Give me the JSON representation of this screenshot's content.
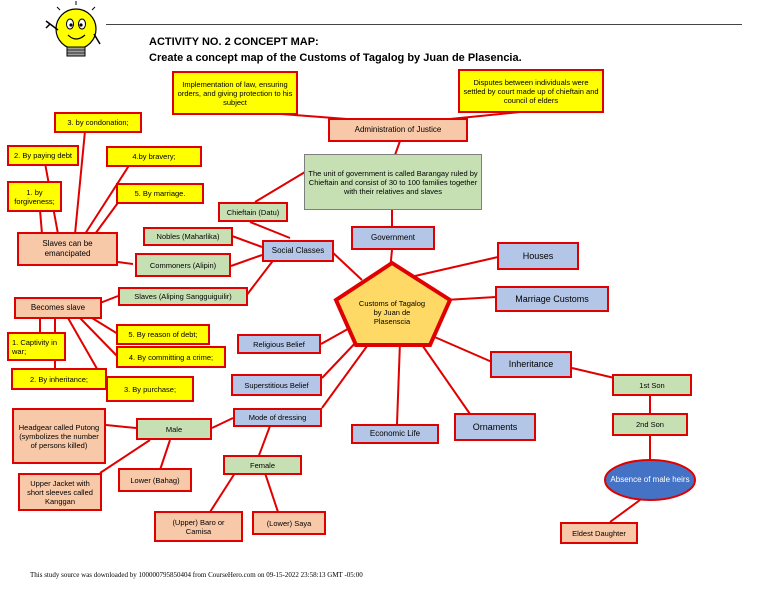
{
  "header": {
    "title": "ACTIVITY NO. 2 CONCEPT MAP:",
    "instruction": "Create a concept map of the Customs of Tagalog by Juan de Plasencia."
  },
  "center": {
    "label": "Customs of Tagalog by Juan de Plasenscia",
    "color": "#ffd966"
  },
  "nodes": {
    "implementation": "Implementation of law, ensuring orders, and giving protection to his subject",
    "disputes": "Disputes between individuals were settled by court made up of chieftain and council of elders",
    "administration": "Administration of Justice",
    "barangay": "The unit of government is called Barangay ruled by Chieftain and consist of 30 to 100 families together with their relatives and slaves",
    "chieftain": "Chieftain (Datu)",
    "nobles": "Nobles (Maharlika)",
    "commoners": "Commoners (Alipin)",
    "slaves": "Slaves (Aliping Sangguiguilir)",
    "social_classes": "Social Classes",
    "government": "Government",
    "houses": "Houses",
    "marriage": "Marriage Customs",
    "inheritance": "Inheritance",
    "first_son": "1st Son",
    "second_son": "2nd Son",
    "absence": "Absence of male heirs",
    "eldest_daughter": "Eldest Daughter",
    "ornaments": "Ornaments",
    "economic": "Economic Life",
    "religious": "Religious Belief",
    "superstitious": "Superstitious Belief",
    "mode_dressing": "Mode of dressing",
    "male": "Male",
    "female": "Female",
    "headgear": "Headgear called Putong (symbolizes the number of persons killed)",
    "upper_jacket": "Upper Jacket with short sleeves called Kanggan",
    "lower_bahag": "Lower (Bahag)",
    "upper_baro": "(Upper) Baro or Camisa",
    "lower_saya": "(Lower) Saya",
    "slaves_emancipated": "Slaves can be emancipated",
    "condonation": "3. by condonation;",
    "paying_debt": "2. By paying debt",
    "forgiveness": "1. by forgiveness;",
    "bravery": "4.by bravery;",
    "by_marriage": "5. By marriage.",
    "becomes_slave": "Becomes slave",
    "captivity": "1. Captivity in war;",
    "by_inheritance": "2. By inheritance;",
    "by_purchase": "3. By purchase;",
    "crime": "4. By committing a crime;",
    "reason_debt": "5. By reason of debt;"
  },
  "colors": {
    "yellow": "#ffff00",
    "salmon": "#f8c9a9",
    "green": "#c6e0b4",
    "blue": "#b4c6e7",
    "line": "#e00000",
    "oval": "#4472c4"
  },
  "icons": {
    "mascot": "lightbulb-mascot-icon"
  },
  "footer": "This study source was downloaded by 100000795850404 from CourseHero.com on 09-15-2022 23:58:13 GMT -05:00"
}
